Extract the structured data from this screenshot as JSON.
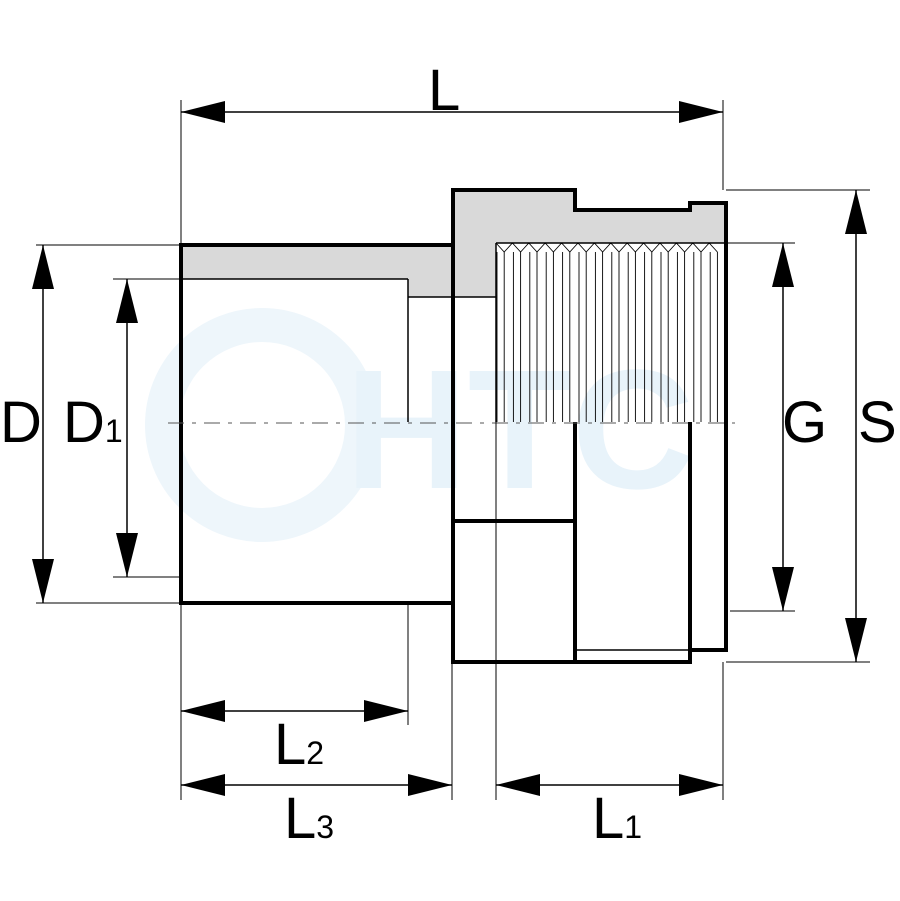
{
  "drawing": {
    "watermark": "HTC",
    "labels": {
      "L": {
        "main": "L"
      },
      "L1": {
        "main": "L",
        "sub": "1"
      },
      "L2": {
        "main": "L",
        "sub": "2"
      },
      "L3": {
        "main": "L",
        "sub": "3"
      },
      "D": {
        "main": "D"
      },
      "D1": {
        "main": "D",
        "sub": "1"
      },
      "G": {
        "main": "G"
      },
      "S": {
        "main": "S"
      }
    },
    "colors": {
      "line": "#000000",
      "wall_fill": "#d9d9d9",
      "watermark": "#e8f3fa",
      "background": "#ffffff"
    }
  }
}
